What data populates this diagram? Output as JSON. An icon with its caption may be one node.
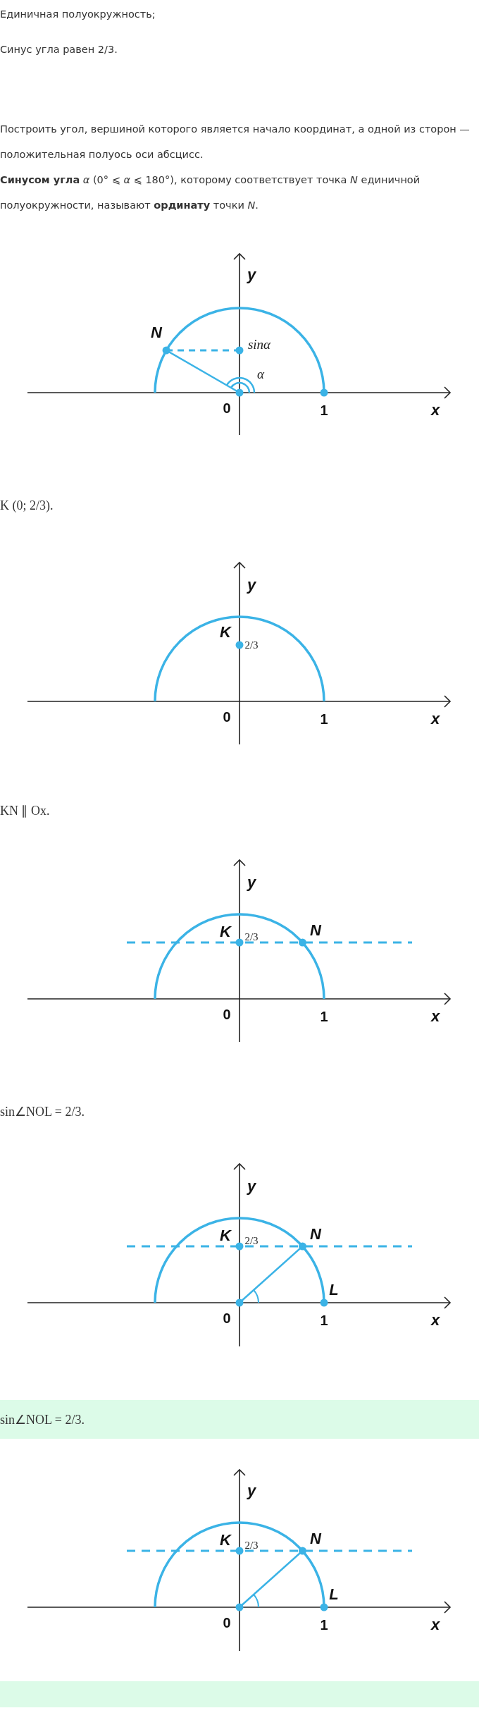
{
  "diagram": {
    "labels": [
      "Единичная полуокружность;",
      "Синус угла равен 2/3.",
      "Построить угол, вершиной которого является начало координат, а одной из сторон — положительная полуось оси абсцисс.",
      "**Синусом угла** *α* (0° ⩽ *α* ⩽ 180°), которому соответствует точка *N* единичной полуокружности, называют **ординату** точки *N*.",
      "y",
      "N",
      "sinα",
      "α",
      "0",
      "1",
      "x",
      "K (0; 2/3).",
      "y",
      "K",
      "2/3",
      "0",
      "1",
      "x",
      "KN ∥ Ox.",
      "y",
      "2/3",
      "K",
      "N",
      "0",
      "1",
      "x",
      "sin∠NOL = 2/3.",
      "y",
      "2/3",
      "K",
      "N",
      "L",
      "0",
      "1",
      "x",
      "sin∠NOL = 2/3.",
      "y",
      "2/3",
      "K",
      "N",
      "L",
      "0",
      "1",
      "x"
    ]
  }
}
